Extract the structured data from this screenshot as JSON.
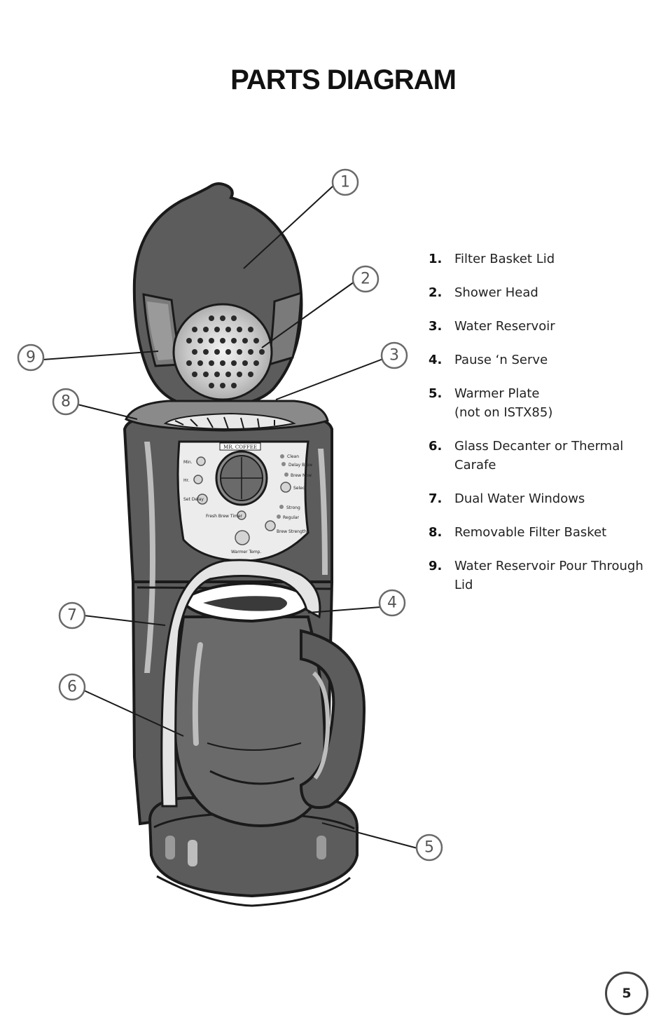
{
  "title": "PARTS DIAGRAM",
  "brand": "MR. COFFEE",
  "control_panel": {
    "min_label": "Min.",
    "hr_label": "Hr.",
    "set_delay_label": "Set Delay",
    "fresh_brew_timer_label": "Fresh Brew Timer",
    "warmer_temp_label": "Warmer Temp.",
    "clean_label": "Clean",
    "delay_brew_label": "Delay Brew",
    "brew_now_label": "Brew Now",
    "select_label": "Select",
    "strong_label": "Strong",
    "regular_label": "Regular",
    "brew_strength_label": "Brew Strength"
  },
  "callouts": [
    "1",
    "2",
    "3",
    "4",
    "5",
    "6",
    "7",
    "8",
    "9"
  ],
  "parts": [
    {
      "number": "1.",
      "name": "Filter Basket Lid",
      "note": ""
    },
    {
      "number": "2.",
      "name": "Shower Head",
      "note": ""
    },
    {
      "number": "3.",
      "name": "Water Reservoir",
      "note": ""
    },
    {
      "number": "4.",
      "name": "Pause ‘n Serve",
      "note": ""
    },
    {
      "number": "5.",
      "name": "Warmer Plate",
      "note": "(not on ISTX85)"
    },
    {
      "number": "6.",
      "name": "Glass Decanter or Thermal Carafe",
      "note": ""
    },
    {
      "number": "7.",
      "name": "Dual Water Windows",
      "note": ""
    },
    {
      "number": "8.",
      "name": "Removable Filter Basket",
      "note": ""
    },
    {
      "number": "9.",
      "name": "Water Reservoir Pour Through Lid",
      "note": ""
    }
  ],
  "page_number": "5",
  "colors": {
    "body": "#5c5c5c",
    "body_dark": "#3e3e3e",
    "panel": "#ececec",
    "highlight": "#c9c9c9",
    "outline": "#1a1a1a",
    "callout": "#6a6a6a"
  }
}
